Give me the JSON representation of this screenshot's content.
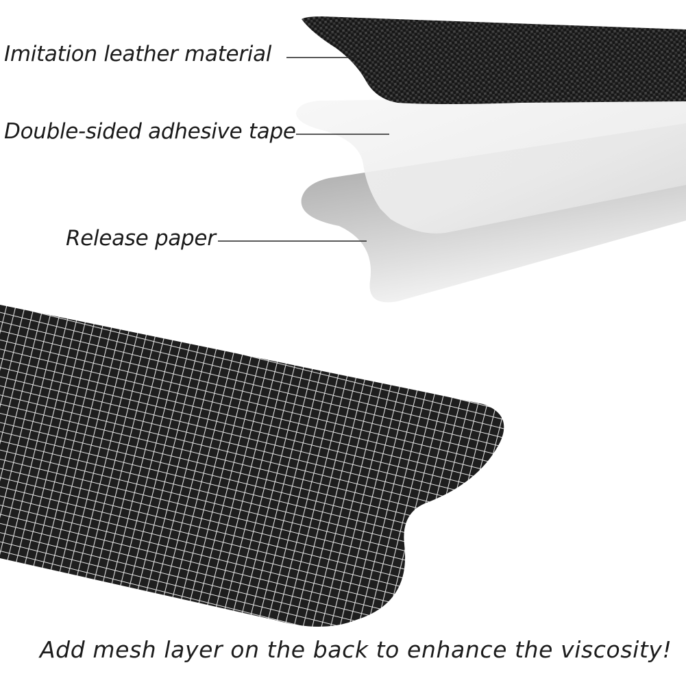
{
  "labels": {
    "leather": "Imitation leather material",
    "tape": "Double-sided adhesive tape",
    "release": "Release paper"
  },
  "caption": "Add mesh layer on the back to enhance the viscosity!",
  "colors": {
    "leather": "#1b1b1b",
    "tape": "#f0f0f0",
    "release": "#bdbdbd",
    "mesh_base": "#1e1e1e",
    "mesh_lines": "#e6e6e6",
    "leader_lines": "#222222"
  }
}
